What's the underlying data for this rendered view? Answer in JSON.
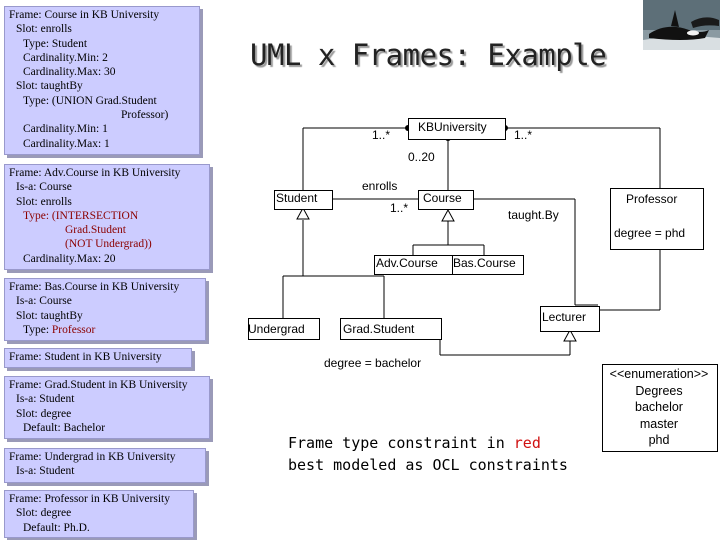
{
  "title": "UML x Frames: Example",
  "frames": [
    {
      "id": "course",
      "lines": [
        {
          "text": "Frame: Course in KB University",
          "indent": 0
        },
        {
          "text": "Slot: enrolls",
          "indent": 1
        },
        {
          "text": "Type: Student",
          "indent": 2
        },
        {
          "text": "Cardinality.Min: 2",
          "indent": 2
        },
        {
          "text": "Cardinality.Max: 30",
          "indent": 2
        },
        {
          "text": "Slot: taughtBy",
          "indent": 1
        },
        {
          "text": "Type: (UNION Grad.Student",
          "indent": 2
        },
        {
          "text": "Professor)",
          "indent": 16
        },
        {
          "text": "Cardinality.Min: 1",
          "indent": 2
        },
        {
          "text": "Cardinality.Max: 1",
          "indent": 2
        }
      ]
    },
    {
      "id": "advcourse",
      "lines": [
        {
          "text": "Frame: Adv.Course in KB University",
          "indent": 0
        },
        {
          "text": "Is-a: Course",
          "indent": 1
        },
        {
          "text": "Slot: enrolls",
          "indent": 1
        },
        {
          "text": "Type: (INTERSECTION",
          "indent": 2,
          "red": true
        },
        {
          "text": "Grad.Student",
          "indent": 8,
          "red": true
        },
        {
          "text": "(NOT Undergrad))",
          "indent": 8,
          "red": true
        },
        {
          "text": "Cardinality.Max: 20",
          "indent": 2
        }
      ]
    },
    {
      "id": "bascourse",
      "lines": [
        {
          "text": "Frame: Bas.Course in KB University",
          "indent": 0
        },
        {
          "text": "Is-a: Course",
          "indent": 1
        },
        {
          "text": "Slot: taughtBy",
          "indent": 1
        },
        {
          "text": "Type: Professor",
          "indent": 2,
          "redTail": "Professor"
        }
      ]
    },
    {
      "id": "student",
      "lines": [
        {
          "text": "Frame: Student in KB University",
          "indent": 0
        }
      ]
    },
    {
      "id": "gradstudent",
      "lines": [
        {
          "text": "Frame: Grad.Student in KB University",
          "indent": 0
        },
        {
          "text": "Is-a: Student",
          "indent": 1
        },
        {
          "text": "Slot: degree",
          "indent": 1
        },
        {
          "text": "Default: Bachelor",
          "indent": 2
        }
      ]
    },
    {
      "id": "undergrad",
      "lines": [
        {
          "text": "Frame: Undergrad in KB University",
          "indent": 0
        },
        {
          "text": "Is-a: Student",
          "indent": 1
        }
      ]
    },
    {
      "id": "professor",
      "lines": [
        {
          "text": "Frame: Professor in KB University",
          "indent": 0
        },
        {
          "text": "Slot: degree",
          "indent": 1
        },
        {
          "text": "Default: Ph.D.",
          "indent": 2
        }
      ]
    }
  ],
  "uml": {
    "kbuniversity": "KBUniversity",
    "mult_left": "1..*",
    "mult_right": "1..*",
    "mult_course": "0..20",
    "enrolls": "enrolls",
    "enrolls_mult": "1..*",
    "student": "Student",
    "course": "Course",
    "taughtby": "taught.By",
    "professor": "Professor",
    "prof_attr": "degree = phd",
    "advcourse": "Adv.Course",
    "bascourse": "Bas.Course",
    "undergrad": "Undergrad",
    "gradstudent": "Grad.Student",
    "grad_attr": "degree = bachelor",
    "lecturer": "Lecturer"
  },
  "enumeration": {
    "stereotype": "<<enumeration>>",
    "name": "Degrees",
    "literals": [
      "bachelor",
      "master",
      "phd"
    ]
  },
  "note": {
    "line1_pre": "Frame type constraint in ",
    "line1_red": "red",
    "line2": "best modeled as OCL constraints"
  },
  "colors": {
    "frame_bg": "#ccccff",
    "constraint_red": "#d01010"
  }
}
